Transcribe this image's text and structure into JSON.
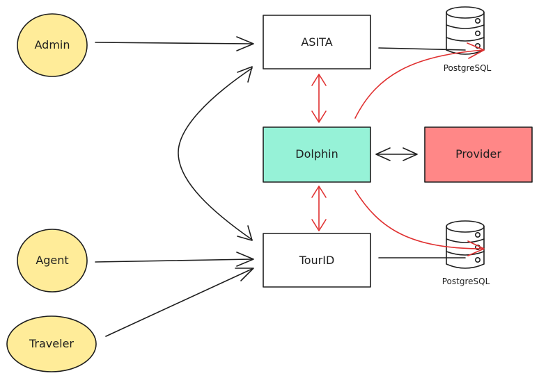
{
  "actors": [
    {
      "id": "admin",
      "label": "Admin",
      "fill": "#ffec99"
    },
    {
      "id": "agent",
      "label": "Agent",
      "fill": "#ffec99"
    },
    {
      "id": "traveler",
      "label": "Traveler",
      "fill": "#ffec99"
    }
  ],
  "services": [
    {
      "id": "asita",
      "label": "ASITA",
      "fill": "#ffffff"
    },
    {
      "id": "dolphin",
      "label": "Dolphin",
      "fill": "#96f2d7"
    },
    {
      "id": "tourid",
      "label": "TourID",
      "fill": "#ffffff"
    },
    {
      "id": "provider",
      "label": "Provider",
      "fill": "#ff8787"
    }
  ],
  "databases": [
    {
      "id": "db-top",
      "label": "PostgreSQL"
    },
    {
      "id": "db-bottom",
      "label": "PostgreSQL"
    }
  ],
  "colors": {
    "stroke": "#1e1e1e",
    "link_red": "#e03131"
  }
}
